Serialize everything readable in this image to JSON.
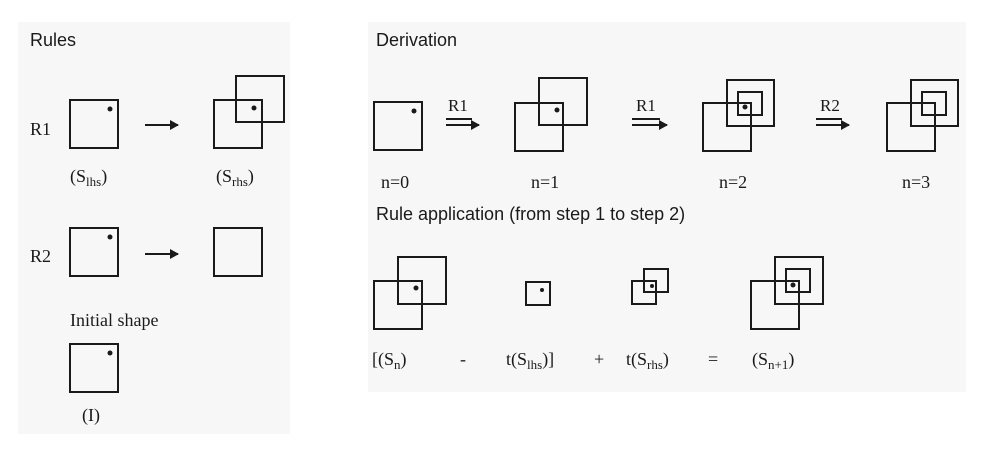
{
  "rules_panel": {
    "heading": "Rules",
    "r1_label": "R1",
    "r2_label": "R2",
    "slhs": {
      "open": "(S",
      "sub": "lhs",
      "close": ")"
    },
    "srhs": {
      "open": "(S",
      "sub": "rhs",
      "close": ")"
    },
    "initial_shape_label": "Initial shape",
    "initial_symbol": "(I)"
  },
  "derivation_panel": {
    "heading": "Derivation",
    "arrow_labels": [
      "R1",
      "R1",
      "R2"
    ],
    "step_labels": [
      "n=0",
      "n=1",
      "n=2",
      "n=3"
    ]
  },
  "application_panel": {
    "heading": "Rule application (from step 1 to step 2)",
    "eq_sn": {
      "open": "[(S",
      "sub": "n",
      "close": ")"
    },
    "eq_minus": "-",
    "eq_tlhs": {
      "open": "t(S",
      "sub": "lhs",
      "close": ")]"
    },
    "eq_plus": "+",
    "eq_trhs": {
      "open": "t(S",
      "sub": "rhs",
      "close": ")"
    },
    "eq_equals": "=",
    "eq_snplus1": {
      "open": "(S",
      "sub": "n+1",
      "close": ")"
    }
  },
  "colors": {
    "stroke": "#1a1a1a",
    "panel": "#f7f7f7"
  }
}
